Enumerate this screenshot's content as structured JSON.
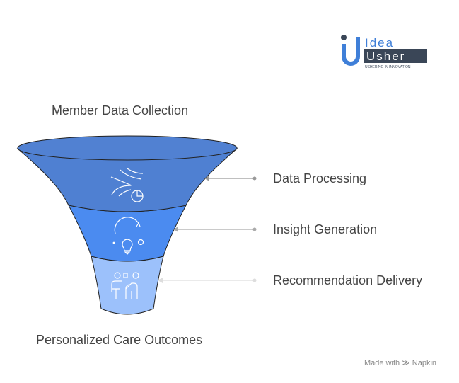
{
  "logo": {
    "line1": "Idea",
    "line2": "Usher",
    "tagline": "USHERING IN INNOVATION"
  },
  "title": "Member Data Collection",
  "stages": [
    {
      "label": "Data Processing",
      "icon": "data-analytics-icon",
      "color": "#4f80d2"
    },
    {
      "label": "Insight Generation",
      "icon": "lightbulb-icon",
      "color": "#4b8bf0"
    },
    {
      "label": "Recommendation Delivery",
      "icon": "presenter-icon",
      "color": "#9cc1fb"
    }
  ],
  "outcome": "Personalized Care Outcomes",
  "footer": {
    "made_with": "Made with",
    "brand": "Napkin"
  }
}
